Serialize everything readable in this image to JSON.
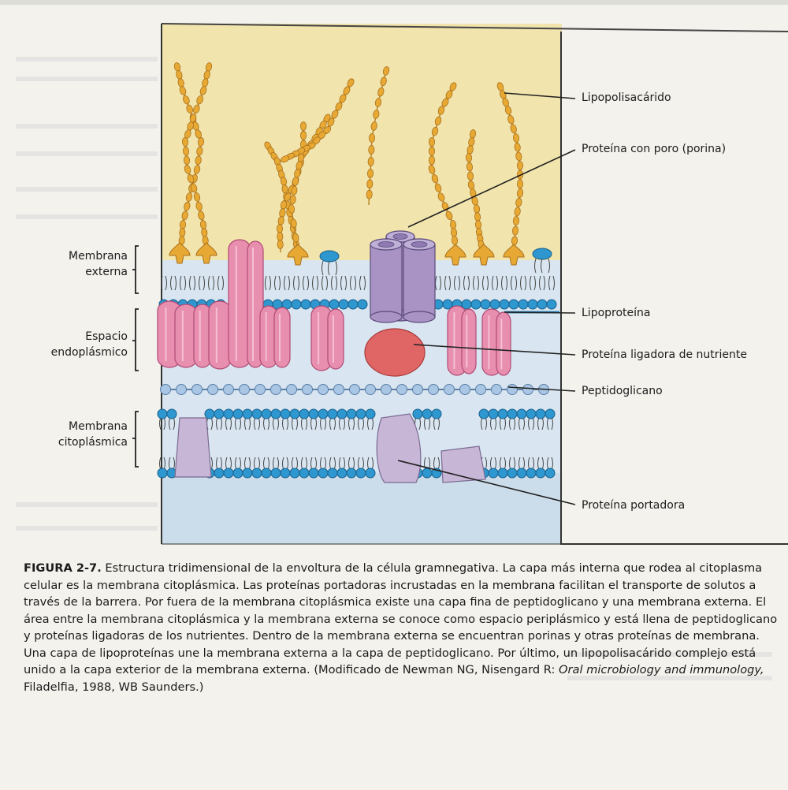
{
  "labels_right": {
    "lipopolisacarido": "Lipopolisacárido",
    "porina": "Proteína con poro (porina)",
    "lipoproteina": "Lipoproteína",
    "ligadora": "Proteína ligadora de nutriente",
    "peptidoglicano": "Peptidoglicano",
    "portadora": "Proteína portadora"
  },
  "labels_left": {
    "membrana_externa_1": "Membrana",
    "membrana_externa_2": "externa",
    "espacio_1": "Espacio",
    "espacio_2": "endoplásmico",
    "membrana_cito_1": "Membrana",
    "membrana_cito_2": "citoplásmica"
  },
  "caption": {
    "number": "FIGURA 2-7.",
    "text_1": " Estructura tridimensional de la envoltura de la célula gramnegativa. La capa más interna que rodea al citoplasma celular es la membrana citoplásmica. Las proteínas portadoras incrustadas en la membrana facilitan el transporte de solutos a través de la barrera. Por fuera de la membrana citoplásmica existe una capa fina de peptidoglicano y una membrana externa. El área entre la membrana citoplásmica y la membrana externa se conoce como espacio periplásmico y está llena de peptidoglicano y proteínas ligadoras de los nutrientes. Dentro de la membrana externa se encuentran porinas y otras proteínas de membrana. Una capa de lipoproteínas une la membrana externa a la capa de peptidoglicano. Por último, un lipopolisacárido complejo está unido a la capa exterior de la membrana externa. (Modificado de Newman NG, Nisengard R: ",
    "italic": "Oral microbiology and immunology,",
    "text_2": " Filadelfia, 1988, WB Saunders.)"
  },
  "colors": {
    "lps_bg": "#f2e4ad",
    "lower_bg": "#cfe0ee",
    "lipid_head": "#2f97cf",
    "lps_bead": "#e7a934",
    "protein_pink": "#e88fb0",
    "porin": "#a893c4",
    "binding_protein": "#e06666",
    "carrier": "#c8b6d6"
  }
}
